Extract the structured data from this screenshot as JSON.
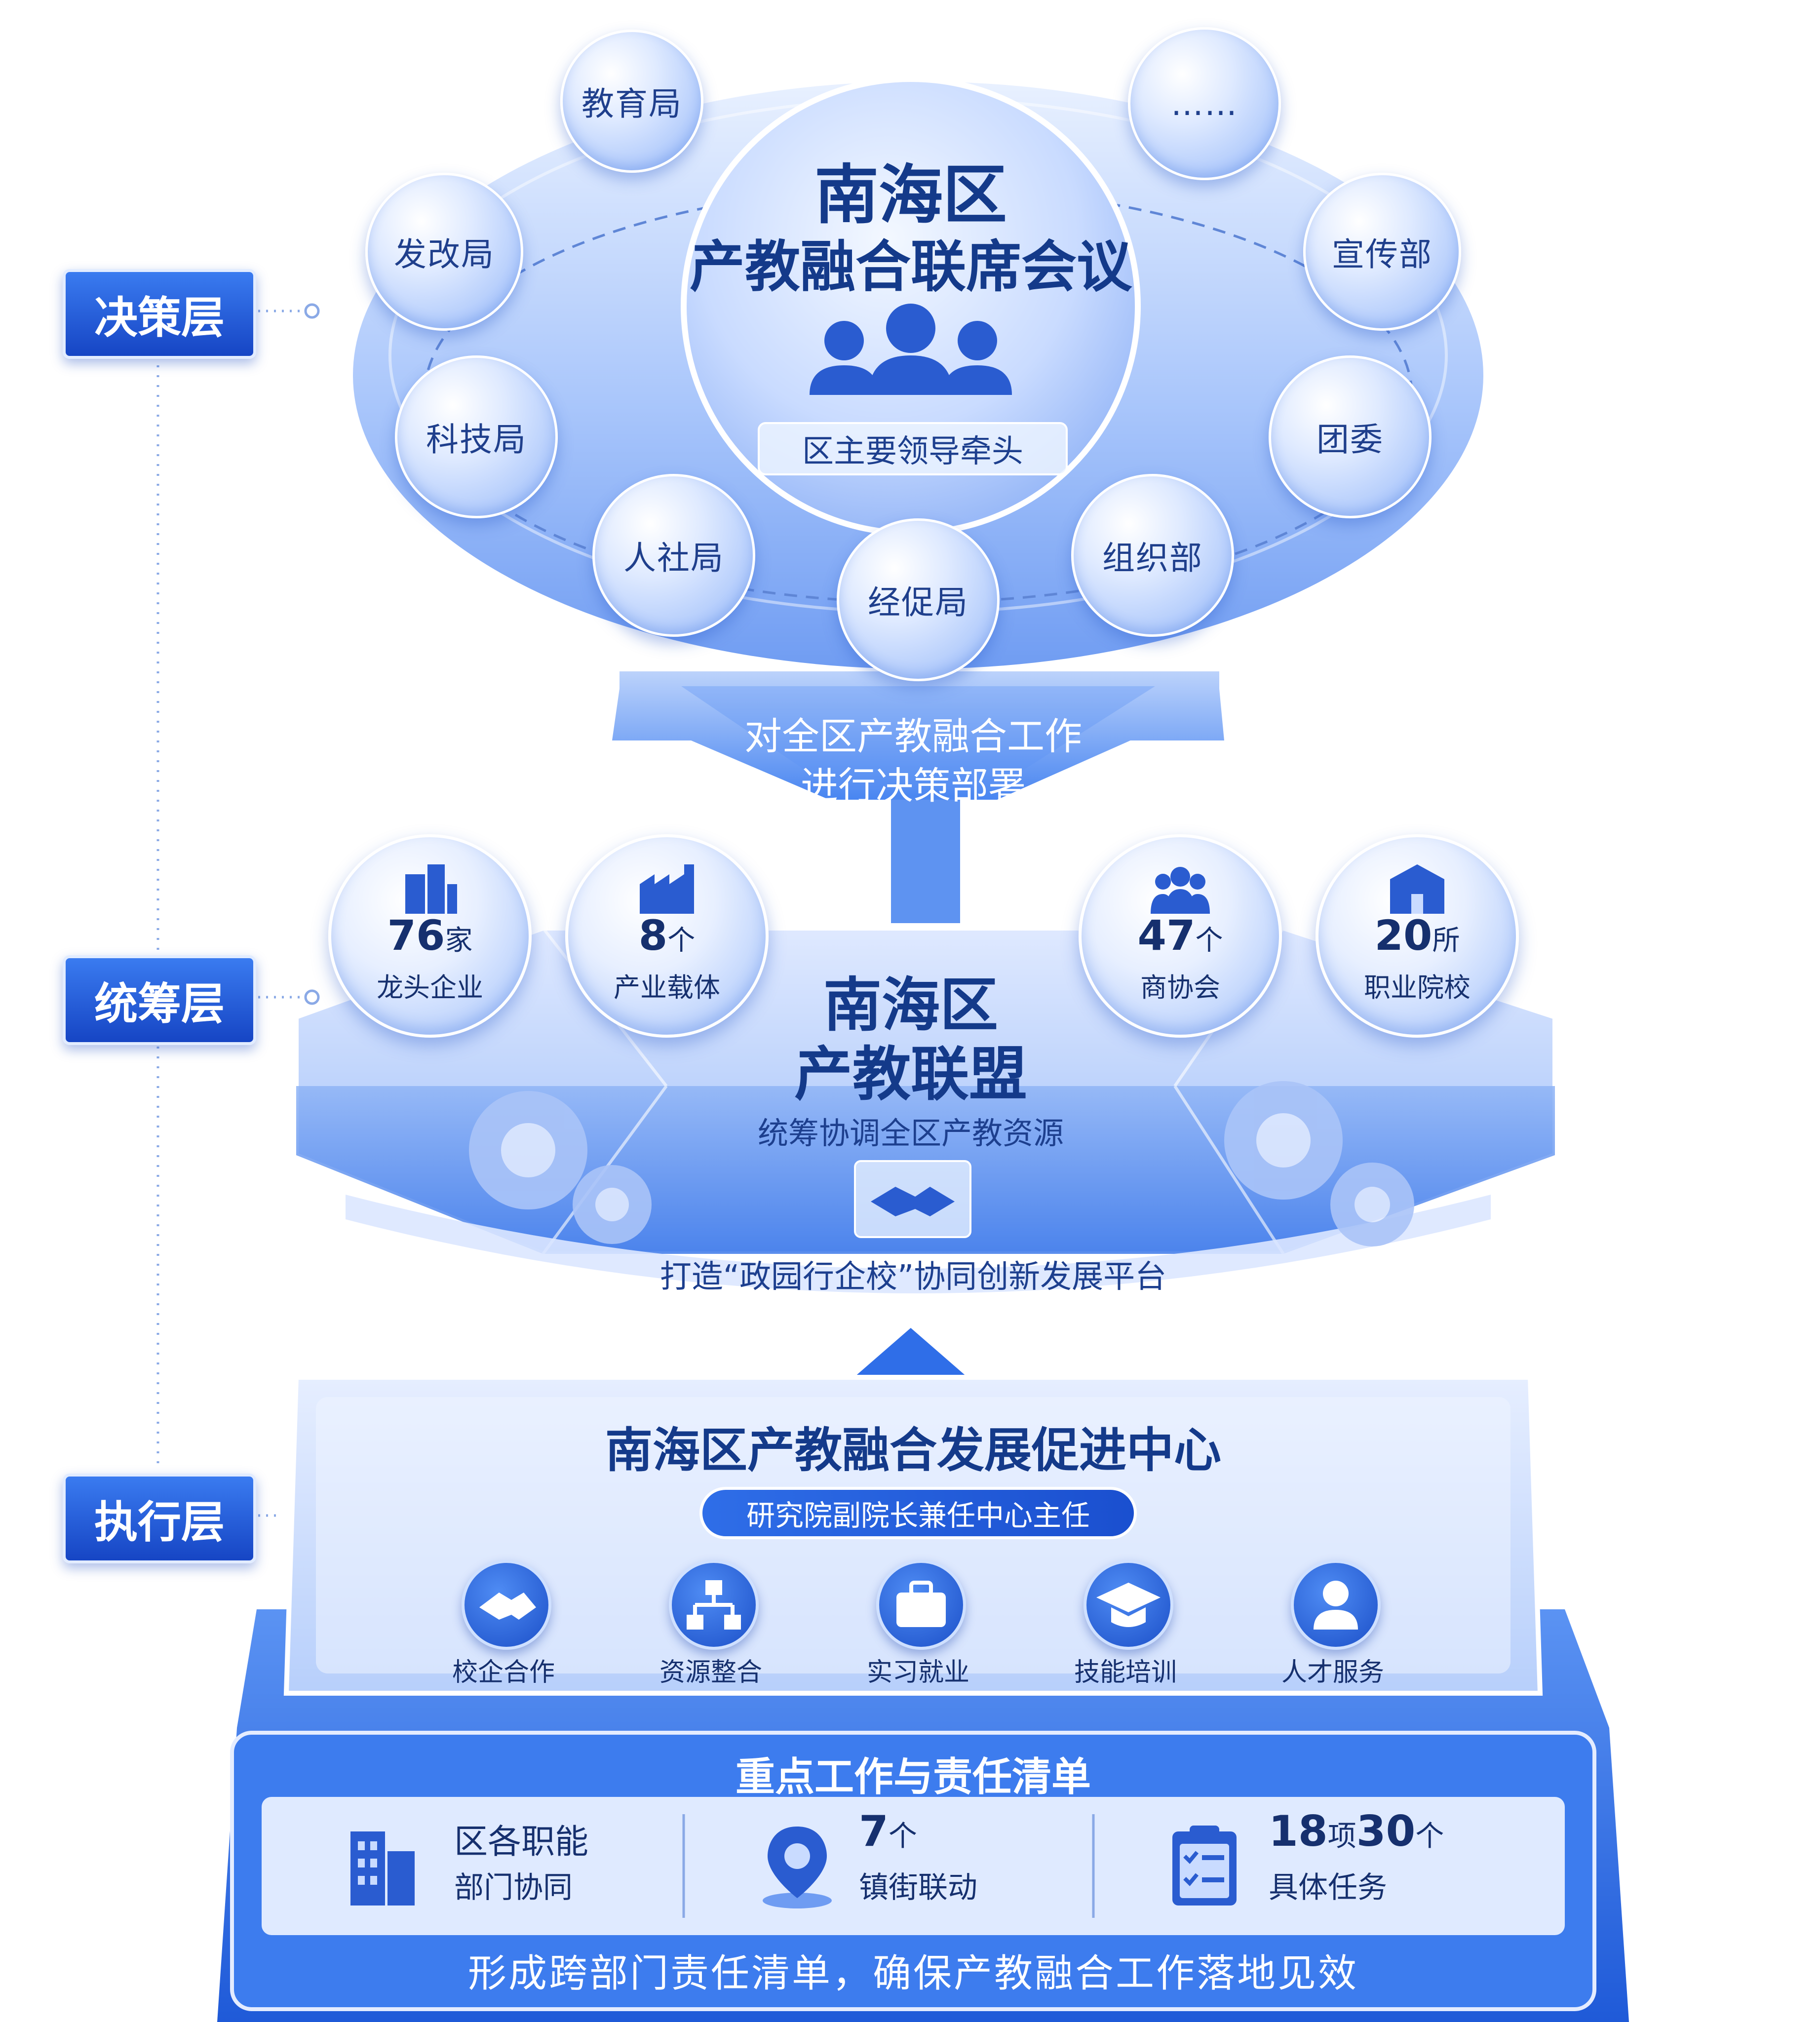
{
  "layers": {
    "decision": "决策层",
    "coordination": "统筹层",
    "execution": "执行层"
  },
  "decision_layer": {
    "title_line1": "南海区",
    "title_line2": "产教融合联席会议",
    "lead": "区主要领导牵头",
    "departments": [
      "教育局",
      "……",
      "发改局",
      "宣传部",
      "科技局",
      "团委",
      "人社局",
      "经促局",
      "组织部"
    ],
    "arrow_text_line1": "对全区产教融合工作",
    "arrow_text_line2": "进行决策部署"
  },
  "coordination_layer": {
    "title_line1": "南海区",
    "title_line2": "产教联盟",
    "subtitle": "统筹协调全区产教资源",
    "platform": "打造“政园行企校”协同创新发展平台",
    "stats": [
      {
        "number": "76",
        "unit": "家",
        "label": "龙头企业",
        "icon": "buildings-icon"
      },
      {
        "number": "8",
        "unit": "个",
        "label": "产业载体",
        "icon": "factory-icon"
      },
      {
        "number": "47",
        "unit": "个",
        "label": "商协会",
        "icon": "people-group-icon"
      },
      {
        "number": "20",
        "unit": "所",
        "label": "职业院校",
        "icon": "school-icon"
      }
    ]
  },
  "execution_layer": {
    "title": "南海区产教融合发展促进中心",
    "director": "研究院副院长兼任中心主任",
    "functions": [
      {
        "label": "校企合作",
        "icon": "handshake-icon"
      },
      {
        "label": "资源整合",
        "icon": "org-chart-icon"
      },
      {
        "label": "实习就业",
        "icon": "briefcase-icon"
      },
      {
        "label": "技能培训",
        "icon": "graduation-cap-icon"
      },
      {
        "label": "人才服务",
        "icon": "person-icon"
      }
    ]
  },
  "task_list": {
    "title": "重点工作与责任清单",
    "items": [
      {
        "line1": "区各职能",
        "line2": "部门协同",
        "icon": "office-building-icon"
      },
      {
        "number": "7",
        "unit": "个",
        "line2": "镇街联动",
        "icon": "location-pin-icon"
      },
      {
        "number_a": "18",
        "unit_a": "项",
        "number_b": "30",
        "unit_b": "个",
        "line2": "具体任务",
        "icon": "checklist-icon"
      }
    ],
    "footer": "形成跨部门责任清单，确保产教融合工作落地见效"
  }
}
